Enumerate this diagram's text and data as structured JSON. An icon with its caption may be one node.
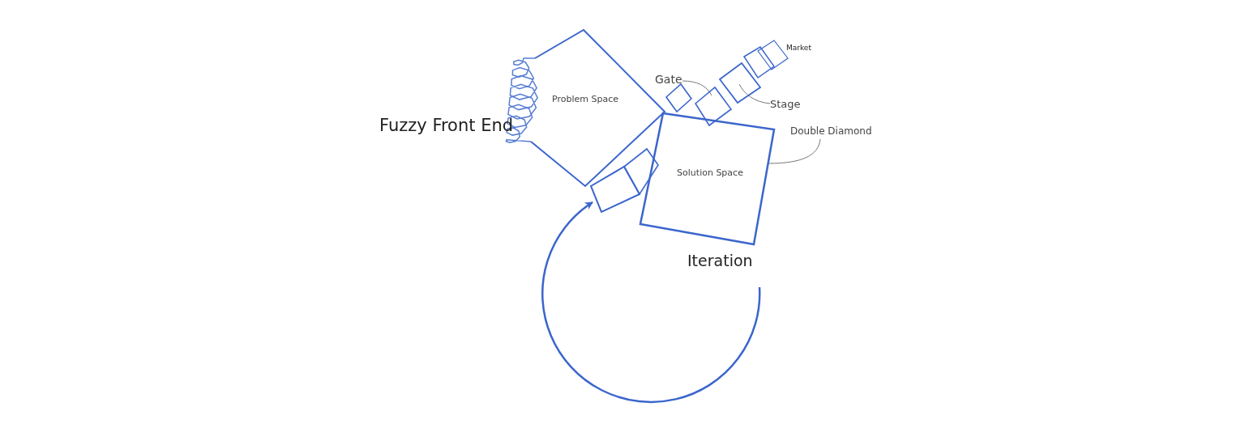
{
  "diagram": {
    "nodes": [
      {
        "text": [
          "Problem Space"
        ]
      },
      {
        "text": [
          "Solution Space"
        ]
      },
      {
        "text": [],
        "shape": "box"
      },
      {
        "text": [],
        "shape": "box"
      },
      {
        "text": [],
        "shape": "box"
      },
      {
        "text": [],
        "shape": "box"
      },
      {
        "text": [],
        "shape": "box"
      },
      {
        "text": [],
        "shape": "box"
      },
      {
        "text": [],
        "shape": "box"
      },
      {
        "text": [
          "Gate"
        ]
      },
      {
        "text": [
          "Stage"
        ]
      },
      {
        "text": [
          "Double Diamond"
        ]
      }
    ],
    "edges": [
      {
        "from": 9,
        "to": 5,
        "arrow": "none"
      },
      {
        "from": 10,
        "to": 6,
        "arrow": "none"
      },
      {
        "from": 11,
        "to": 1,
        "arrow": "none"
      },
      {
        "from": null,
        "to": 2,
        "arrow": "to"
      }
    ],
    "labels": [
      "Fuzzy Front End",
      "Market",
      "Iteration"
    ]
  }
}
